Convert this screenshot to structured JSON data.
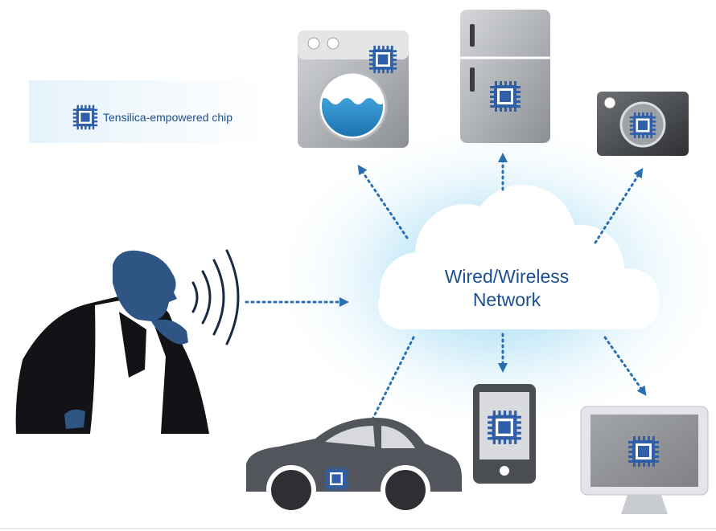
{
  "legend": {
    "label": "Tensilica-empowered chip",
    "icon": "chip-icon"
  },
  "network": {
    "line1": "Wired/Wireless",
    "line2": "Network"
  },
  "devices": [
    "washing-machine",
    "refrigerator",
    "camera",
    "car",
    "smartphone",
    "monitor"
  ],
  "colors": {
    "brand_blue": "#1b4f91",
    "chip_blue": "#2f5fa8",
    "arrow_blue": "#2a6fb0",
    "device_gray": "#8a8d92",
    "person_blue": "#2e5584"
  }
}
